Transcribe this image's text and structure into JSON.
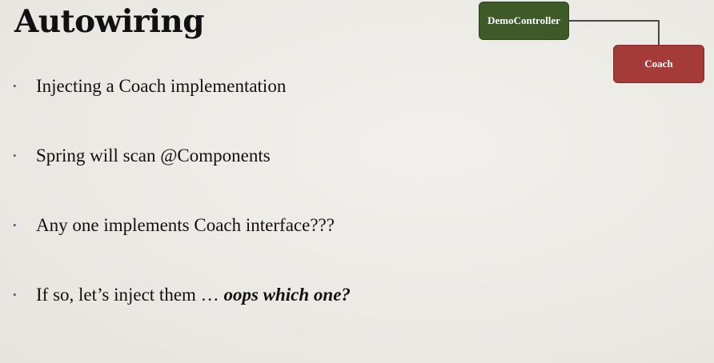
{
  "slide": {
    "title": "Autowiring",
    "bullets": [
      {
        "marker": "•",
        "text": "Injecting a Coach implementation"
      },
      {
        "marker": "•",
        "text": "Spring will scan @Components"
      },
      {
        "marker": "•",
        "text": "Any one implements Coach interface???"
      },
      {
        "marker": "•",
        "text": "If so, let’s inject them … ",
        "emphasis": "oops which one?"
      }
    ]
  },
  "diagram": {
    "source_node": {
      "label": "DemoController",
      "color": "#3d5a28"
    },
    "target_node": {
      "label": "Coach",
      "color": "#a53a3a"
    },
    "connector_color": "#111111"
  },
  "colors": {
    "background": "#edebe6",
    "text": "#111111",
    "bullet_marker": "#4a5a88"
  }
}
